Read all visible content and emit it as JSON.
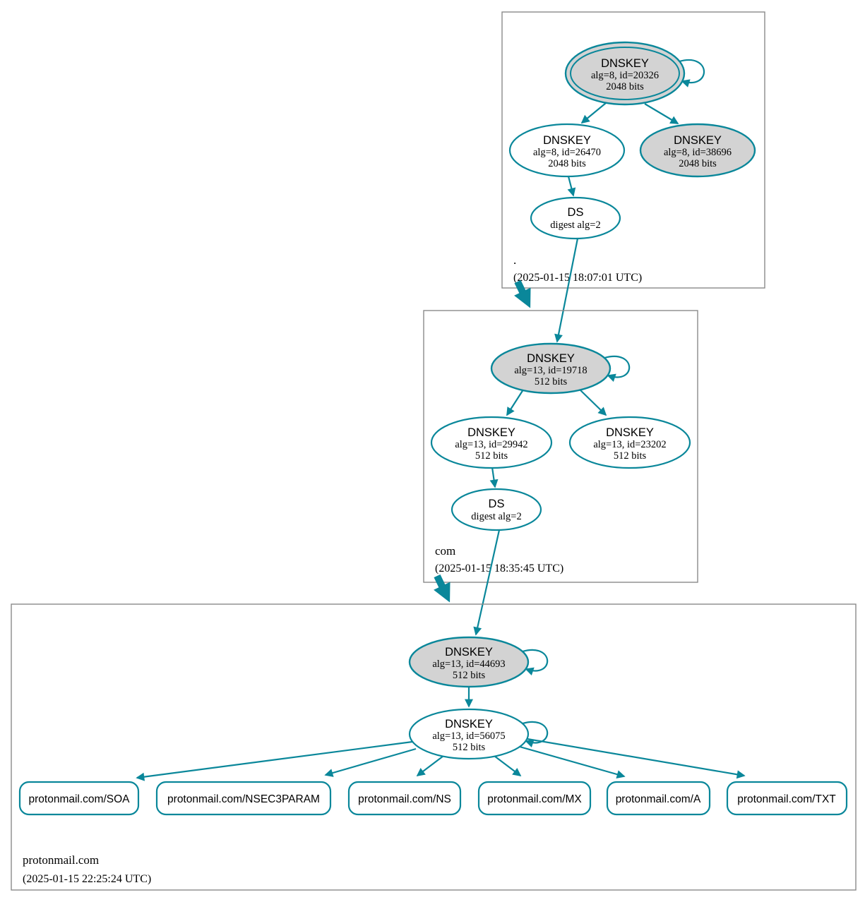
{
  "colors": {
    "secure_teal": "#0a879a",
    "key_fill_gray": "#d3d3d3",
    "node_fill_white": "#ffffff",
    "zone_border_gray": "#8a8a8a",
    "text": "#000000"
  },
  "zones": [
    {
      "name": ".",
      "timestamp": "(2025-01-15 18:07:01 UTC)",
      "nodes": [
        {
          "label": "DNSKEY",
          "meta": "alg=8, id=20326",
          "bits": "2048 bits",
          "style": "ksk-double-ellipse-gray",
          "self_signed": true
        },
        {
          "label": "DNSKEY",
          "meta": "alg=8, id=26470",
          "bits": "2048 bits",
          "style": "white"
        },
        {
          "label": "DNSKEY",
          "meta": "alg=8, id=38696",
          "bits": "2048 bits",
          "style": "gray"
        },
        {
          "label": "DS",
          "meta": "digest alg=2",
          "style": "white"
        }
      ]
    },
    {
      "name": "com",
      "timestamp": "(2025-01-15 18:35:45 UTC)",
      "nodes": [
        {
          "label": "DNSKEY",
          "meta": "alg=13, id=19718",
          "bits": "512 bits",
          "style": "gray",
          "self_signed": true
        },
        {
          "label": "DNSKEY",
          "meta": "alg=13, id=29942",
          "bits": "512 bits",
          "style": "white"
        },
        {
          "label": "DNSKEY",
          "meta": "alg=13, id=23202",
          "bits": "512 bits",
          "style": "white"
        },
        {
          "label": "DS",
          "meta": "digest alg=2",
          "style": "white"
        }
      ]
    },
    {
      "name": "protonmail.com",
      "timestamp": "(2025-01-15 22:25:24 UTC)",
      "nodes": [
        {
          "label": "DNSKEY",
          "meta": "alg=13, id=44693",
          "bits": "512 bits",
          "style": "gray",
          "self_signed": true
        },
        {
          "label": "DNSKEY",
          "meta": "alg=13, id=56075",
          "bits": "512 bits",
          "style": "white",
          "self_signed": true
        }
      ],
      "rrsets": [
        {
          "label": "protonmail.com/SOA"
        },
        {
          "label": "protonmail.com/NSEC3PARAM"
        },
        {
          "label": "protonmail.com/NS"
        },
        {
          "label": "protonmail.com/MX"
        },
        {
          "label": "protonmail.com/A"
        },
        {
          "label": "protonmail.com/TXT"
        }
      ]
    }
  ],
  "edges": [
    {
      "from": "DNSKEY 20326 (.)",
      "to": "DNSKEY 20326 (.)",
      "type": "self-signature"
    },
    {
      "from": "DNSKEY 20326 (.)",
      "to": "DNSKEY 26470 (.)",
      "type": "rrsig"
    },
    {
      "from": "DNSKEY 20326 (.)",
      "to": "DNSKEY 38696 (.)",
      "type": "rrsig"
    },
    {
      "from": "DNSKEY 26470 (.)",
      "to": "DS com (.)",
      "type": "rrsig"
    },
    {
      "from": "DS com (.)",
      "to": "DNSKEY 19718 (com)",
      "type": "ds-authentication"
    },
    {
      "from": ". zone",
      "to": "com zone",
      "type": "delegation"
    },
    {
      "from": "DNSKEY 19718 (com)",
      "to": "DNSKEY 19718 (com)",
      "type": "self-signature"
    },
    {
      "from": "DNSKEY 19718 (com)",
      "to": "DNSKEY 29942 (com)",
      "type": "rrsig"
    },
    {
      "from": "DNSKEY 19718 (com)",
      "to": "DNSKEY 23202 (com)",
      "type": "rrsig"
    },
    {
      "from": "DNSKEY 29942 (com)",
      "to": "DS protonmail.com (com)",
      "type": "rrsig"
    },
    {
      "from": "DS protonmail.com (com)",
      "to": "DNSKEY 44693 (protonmail.com)",
      "type": "ds-authentication"
    },
    {
      "from": "com zone",
      "to": "protonmail.com zone",
      "type": "delegation"
    },
    {
      "from": "DNSKEY 44693 (protonmail.com)",
      "to": "DNSKEY 44693 (protonmail.com)",
      "type": "self-signature"
    },
    {
      "from": "DNSKEY 44693 (protonmail.com)",
      "to": "DNSKEY 56075 (protonmail.com)",
      "type": "rrsig"
    },
    {
      "from": "DNSKEY 56075 (protonmail.com)",
      "to": "DNSKEY 56075 (protonmail.com)",
      "type": "self-signature"
    },
    {
      "from": "DNSKEY 56075 (protonmail.com)",
      "to": "protonmail.com/SOA",
      "type": "rrsig"
    },
    {
      "from": "DNSKEY 56075 (protonmail.com)",
      "to": "protonmail.com/NSEC3PARAM",
      "type": "rrsig"
    },
    {
      "from": "DNSKEY 56075 (protonmail.com)",
      "to": "protonmail.com/NS",
      "type": "rrsig"
    },
    {
      "from": "DNSKEY 56075 (protonmail.com)",
      "to": "protonmail.com/MX",
      "type": "rrsig"
    },
    {
      "from": "DNSKEY 56075 (protonmail.com)",
      "to": "protonmail.com/A",
      "type": "rrsig"
    },
    {
      "from": "DNSKEY 56075 (protonmail.com)",
      "to": "protonmail.com/TXT",
      "type": "rrsig"
    }
  ]
}
